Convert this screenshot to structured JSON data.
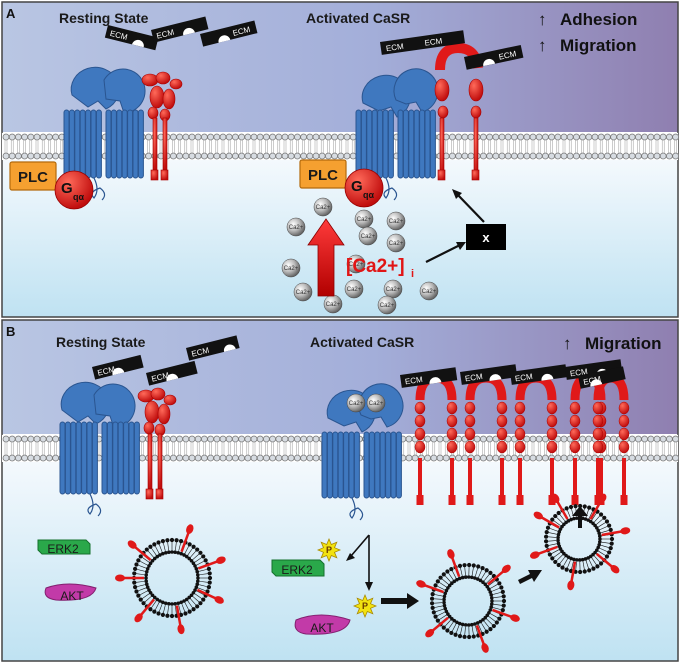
{
  "panel_a": {
    "letter": "A",
    "resting_label": "Resting State",
    "activated_label": "Activated CaSR",
    "arrow_glyph": "↑",
    "effect_1": "Adhesion",
    "effect_2": "Migration",
    "ecm_label": "ECM",
    "plc_label": "PLC",
    "g_label": "G",
    "g_sub": "qα",
    "ca_ion_label": "Ca2+",
    "cai_label": "[Ca2+]",
    "cai_sub": "i",
    "x_label": "x"
  },
  "panel_b": {
    "letter": "B",
    "resting_label": "Resting State",
    "activated_label": "Activated CaSR",
    "arrow_glyph": "↑",
    "effect_1": "Migration",
    "ecm_label": "ECM",
    "erk_label": "ERK2",
    "akt_label": "AKT",
    "phospho_label": "P"
  },
  "colors": {
    "membrane_head": "#d7dce2",
    "receptor_blue": "#3f78bf",
    "integrin_red": "#e01919",
    "plc_orange": "#f5a030",
    "erk_green": "#2aa84a",
    "akt_magenta": "#c23aa8",
    "phospho_yellow": "#f2e210"
  }
}
